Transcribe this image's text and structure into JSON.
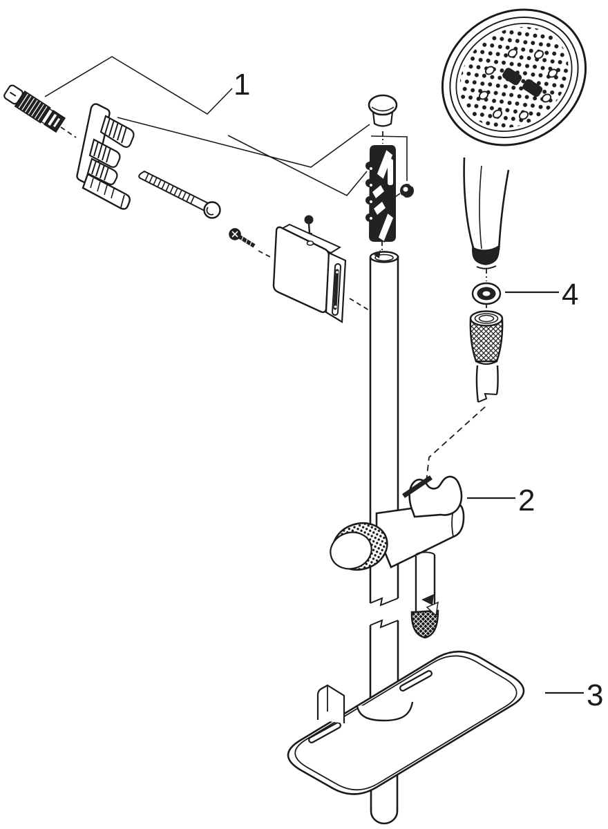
{
  "figure": {
    "type": "exploded-parts-diagram",
    "background": "#ffffff",
    "ink": "#1a1a1a",
    "callouts": [
      {
        "text": "1",
        "part": "wall-mount-bracket-hardware-group"
      },
      {
        "text": "2",
        "part": "hand-shower-holder-cradle"
      },
      {
        "text": "3",
        "part": "shower-shelf-tray"
      },
      {
        "text": "4",
        "part": "hose-washer-seal"
      }
    ]
  }
}
